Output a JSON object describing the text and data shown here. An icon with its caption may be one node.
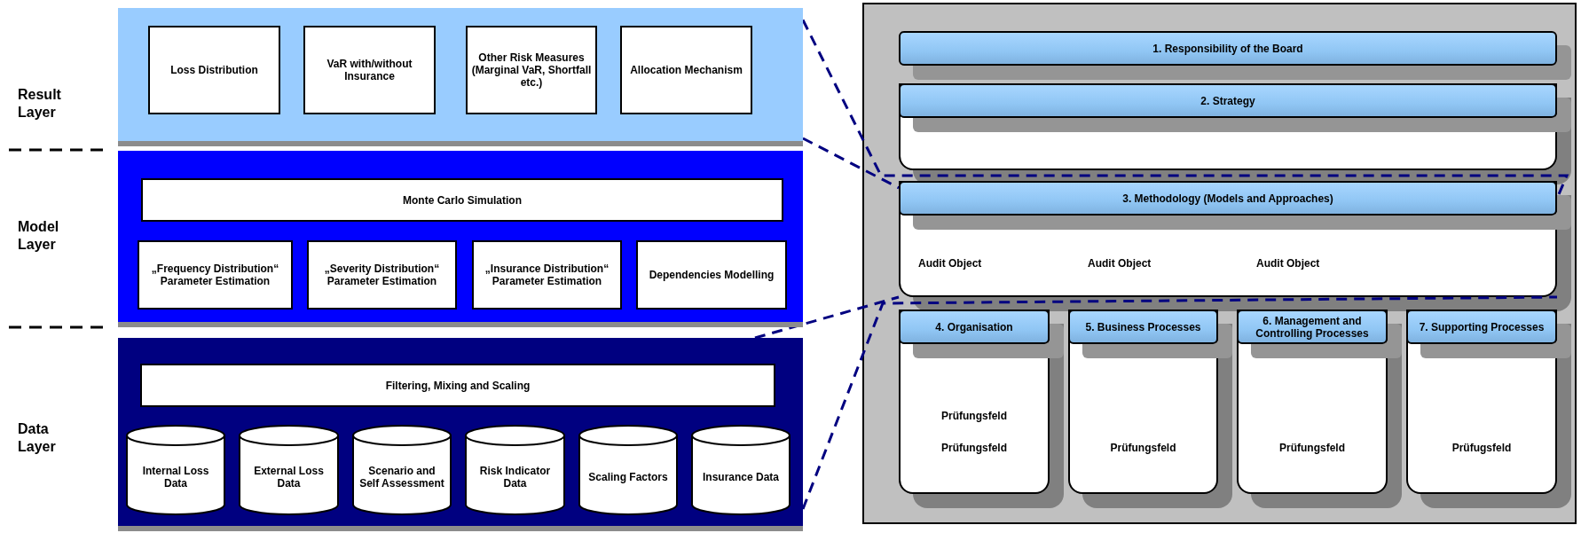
{
  "diagram": {
    "nodes": [
      {
        "text": [
          "Result Layer"
        ]
      },
      {
        "text": [
          "Loss Distribution"
        ],
        "in": 0
      },
      {
        "text": [
          "VaR with/without Insurance"
        ],
        "in": 0
      },
      {
        "text": [
          "Other Risk Measures (Marginal VaR, Shortfall etc.)"
        ],
        "in": 0
      },
      {
        "text": [
          "Allocation Mechanism"
        ],
        "in": 0
      },
      {
        "text": [
          "Model Layer"
        ]
      },
      {
        "text": [
          "Monte Carlo Simulation"
        ],
        "in": 5
      },
      {
        "text": [
          "„Frequency Distribution“ Parameter Estimation"
        ],
        "in": 5
      },
      {
        "text": [
          "„Severity Distribution“ Parameter Estimation"
        ],
        "in": 5
      },
      {
        "text": [
          "„Insurance Distribution“ Parameter Estimation"
        ],
        "in": 5
      },
      {
        "text": [
          "Dependencies Modelling"
        ],
        "in": 5
      },
      {
        "text": [
          "Data Layer"
        ]
      },
      {
        "text": [
          "Filtering, Mixing and Scaling"
        ],
        "in": 11
      },
      {
        "text": [
          "Internal Loss Data"
        ],
        "in": 11
      },
      {
        "text": [
          "External Loss Data"
        ],
        "in": 11
      },
      {
        "text": [
          "Scenario and Self Assessment"
        ],
        "in": 11
      },
      {
        "text": [
          "Risk Indicator Data"
        ],
        "in": 11
      },
      {
        "text": [
          "Scaling Factors"
        ],
        "in": 11
      },
      {
        "text": [
          "Insurance Data"
        ],
        "in": 11
      },
      {
        "text": [],
        "shape": "box"
      },
      {
        "text": [
          "1. Responsibility of the Board"
        ],
        "in": 19
      },
      {
        "text": [
          "2. Strategy"
        ],
        "in": 19
      },
      {
        "text": [
          "3. Methodology (Models and Approaches)",
          "Audit Object",
          "Audit Object",
          "Audit Object"
        ],
        "in": 19
      },
      {
        "text": [
          "4. Organisation",
          "Prüfungsfeld",
          "Prüfungsfeld"
        ],
        "in": 19
      },
      {
        "text": [
          "5. Business Processes",
          "Prüfungsfeld"
        ],
        "in": 19
      },
      {
        "text": [
          "6. Management and Controlling Processes",
          "Prüfungsfeld"
        ],
        "in": 19
      },
      {
        "text": [
          "7. Supporting Processes",
          "Prüfugsfeld"
        ],
        "in": 19
      }
    ],
    "edges": [
      {
        "from": 0,
        "to": 22,
        "arrow": "none",
        "style": "dashed"
      },
      {
        "from": 0,
        "to": 22,
        "arrow": "none",
        "style": "dashed"
      },
      {
        "from": 11,
        "to": 22,
        "arrow": "none",
        "style": "dashed"
      },
      {
        "from": 11,
        "to": 22,
        "arrow": "none",
        "style": "dashed"
      }
    ]
  }
}
